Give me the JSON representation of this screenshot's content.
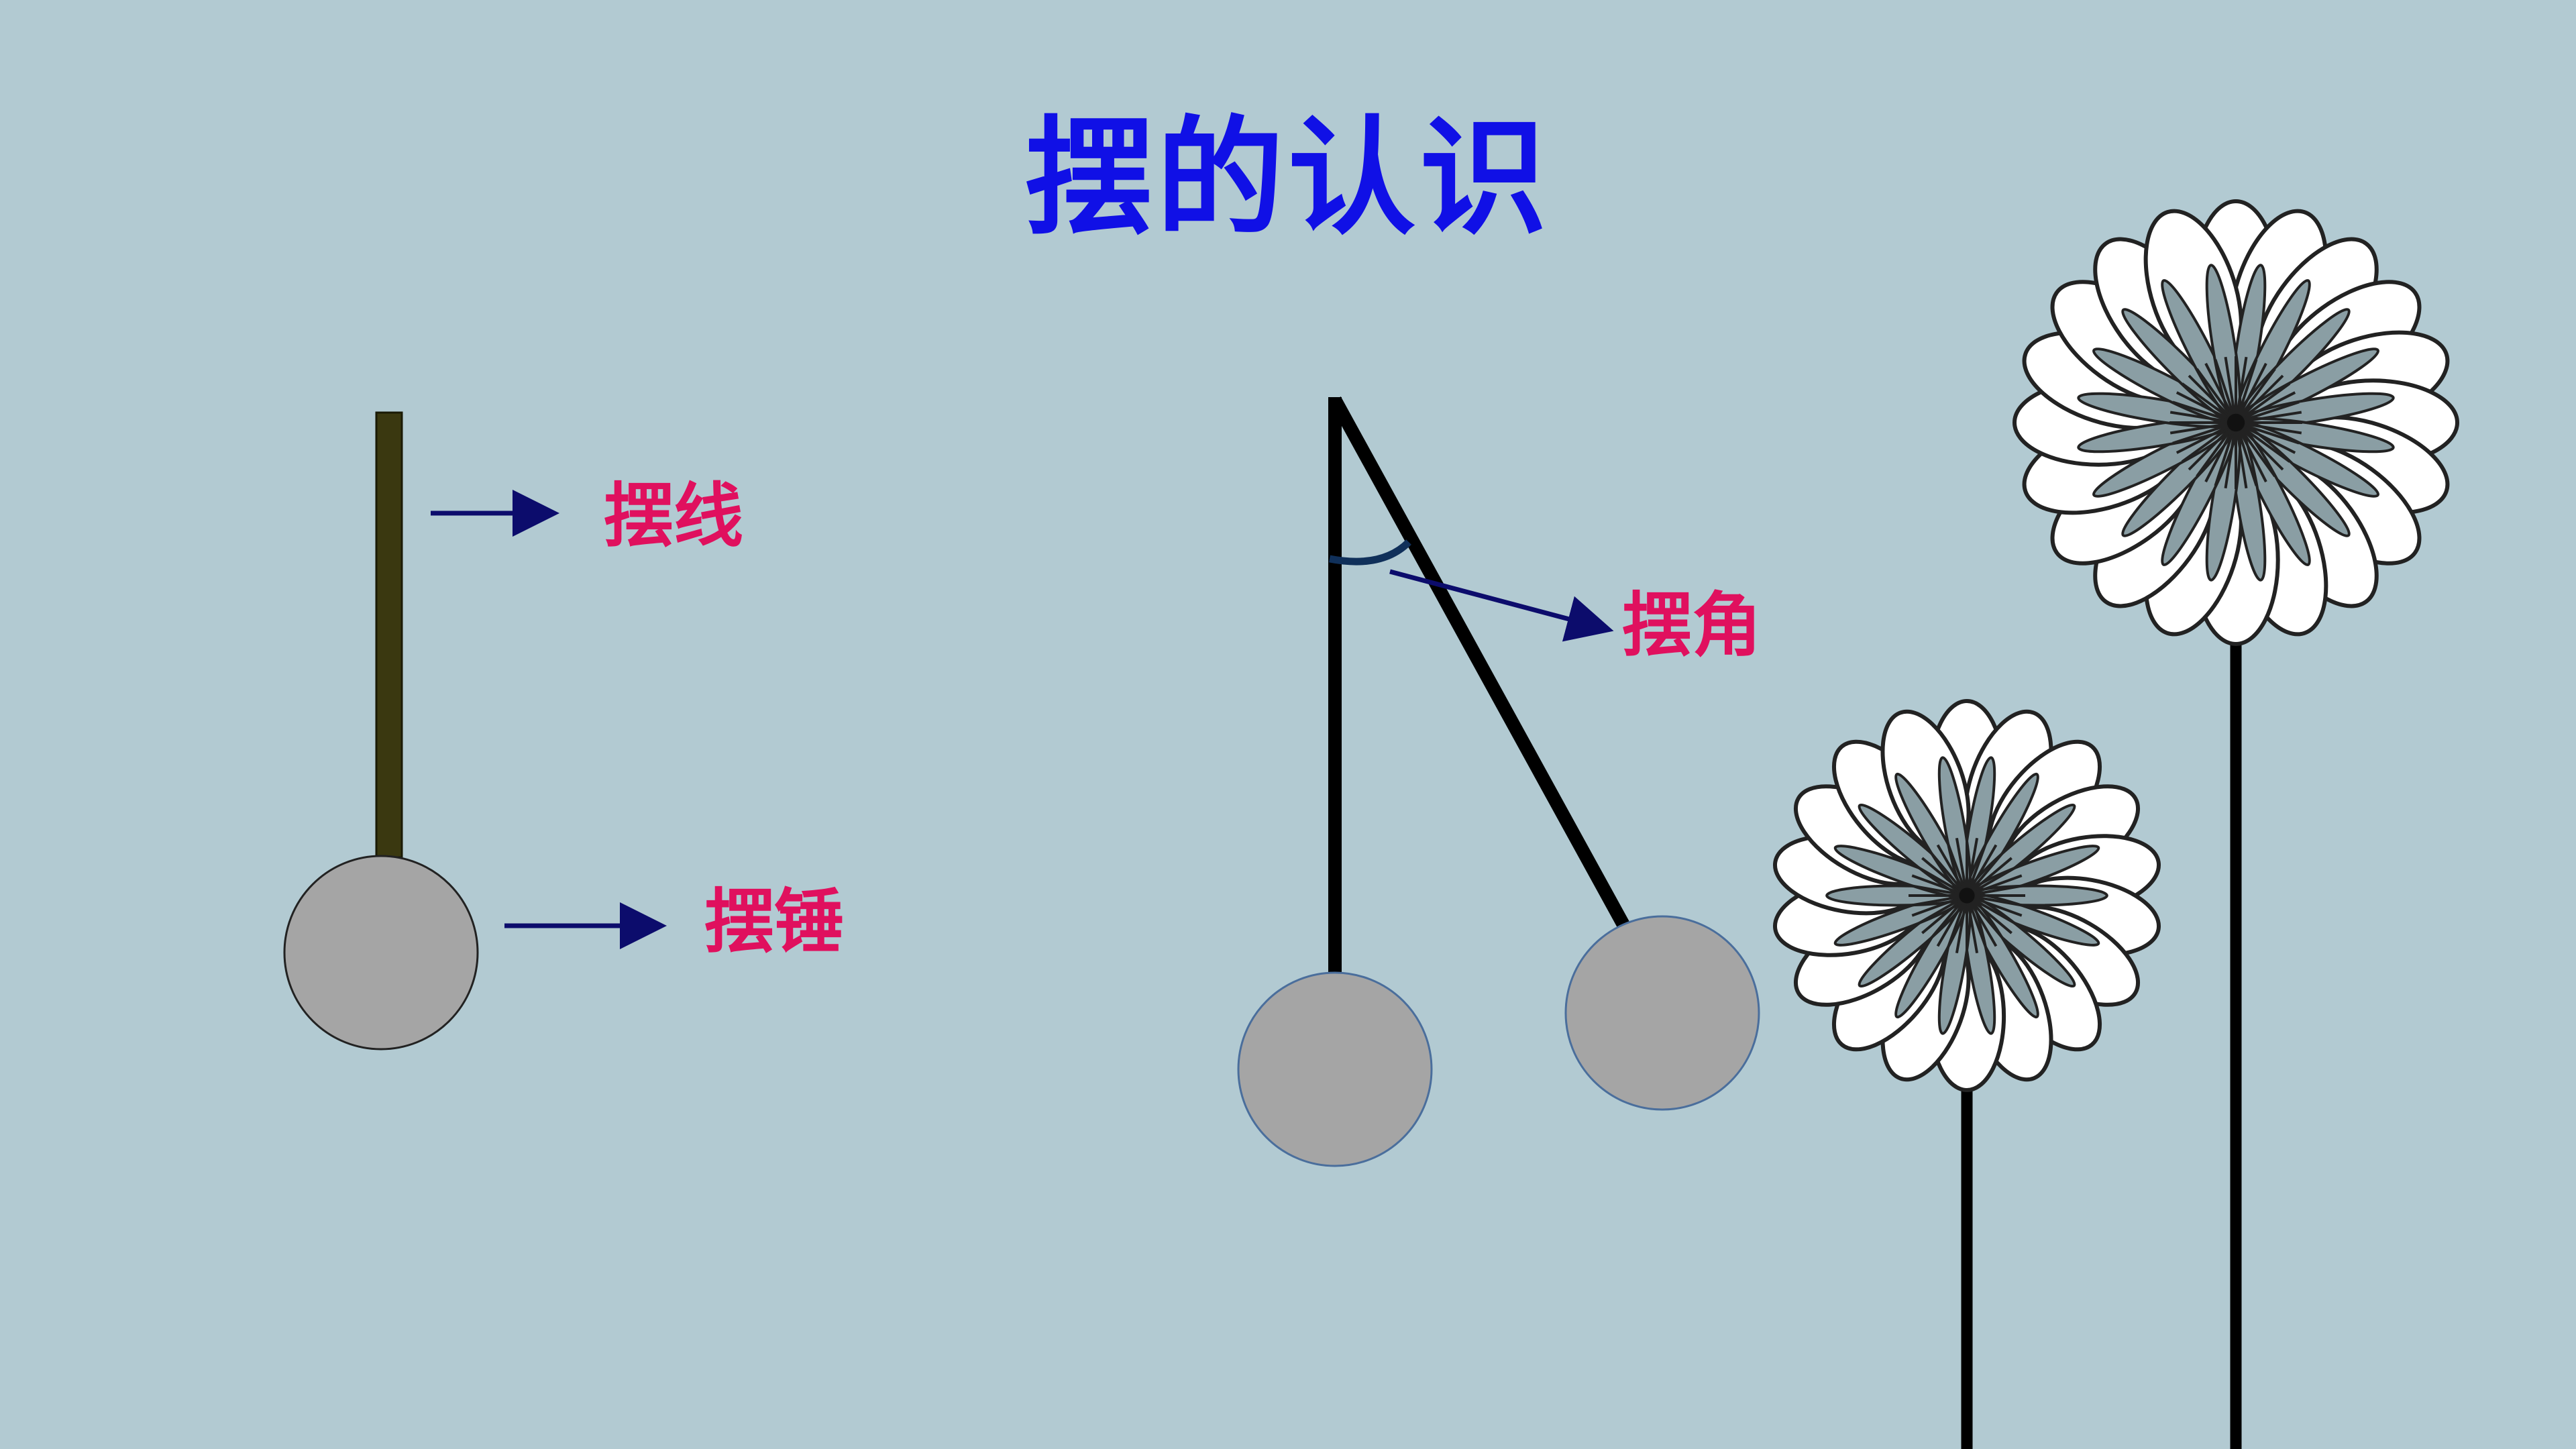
{
  "slide": {
    "title": "摆的认识",
    "labels": {
      "string": "摆线",
      "bob": "摆锤",
      "angle": "摆角"
    }
  },
  "colors": {
    "background": "#b2cad2",
    "title": "#1010e6",
    "label": "#e0105e",
    "arrow": "#0c0c6c",
    "bob_fill": "#a5a5a5",
    "bob_stroke_left": "#222222",
    "bob_stroke_right": "#4a6e9c",
    "string_left": "#3a3810",
    "string_right": "#000000",
    "angle_arc": "#10305a",
    "flower_petal": "#ffffff",
    "flower_inner": "#8a9ea4",
    "flower_stem": "#000000"
  },
  "icons": {
    "flower": "daisy-flower-icon"
  }
}
